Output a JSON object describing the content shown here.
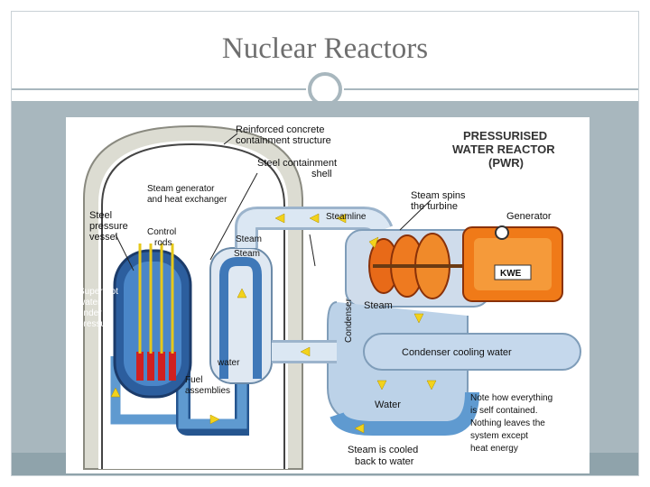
{
  "slide": {
    "title": "Nuclear Reactors"
  },
  "diagram": {
    "heading_line1": "PRESSURISED",
    "heading_line2": "WATER REACTOR",
    "heading_line3": "(PWR)",
    "labels": {
      "concrete1": "Reinforced concrete",
      "concrete2": "containment structure",
      "shell1": "Steel containment",
      "shell2": "shell",
      "sg1": "Steam generator",
      "sg2": "and heat exchanger",
      "vessel1": "Steel",
      "vessel2": "pressure",
      "vessel3": "vessel",
      "rods1": "Control",
      "rods2": "rods",
      "steamline": "Steamline",
      "spins1": "Steam spins",
      "spins2": "the turbine",
      "generator": "Generator",
      "kwe": "KWE",
      "steam_a": "Steam",
      "steam_b": "Steam",
      "condenser": "Condenser",
      "hot1": "Super-hot",
      "hot2": "water",
      "hot3": "under",
      "hot4": "pressure",
      "water_a": "water",
      "fuel1": "Fuel",
      "fuel2": "assemblies",
      "cooling": "Condenser cooling water",
      "water_b": "Water",
      "note1": "Note how everything",
      "note2": "is self contained.",
      "note3": "Nothing leaves the",
      "note4": "system except",
      "note5": "heat energy",
      "cooled1": "Steam is cooled",
      "cooled2": "back to water"
    }
  }
}
